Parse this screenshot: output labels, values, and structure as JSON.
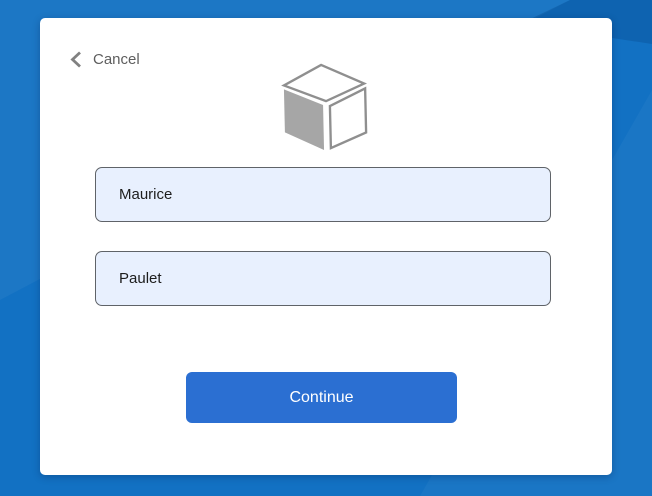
{
  "colors": {
    "background": "#1271c3",
    "card": "#ffffff",
    "accent": "#2b6fd2",
    "input_bg": "#e8f0fe",
    "input_border": "#5f6368",
    "cancel_text": "#5e5e5e",
    "cube_face_gray": "#a6a6a6",
    "cube_stroke": "#8f8f8f"
  },
  "header": {
    "cancel_label": "Cancel"
  },
  "logo": {
    "icon": "cube-icon"
  },
  "form": {
    "first_name": {
      "value": "Maurice",
      "placeholder": ""
    },
    "last_name": {
      "value": "Paulet",
      "placeholder": ""
    }
  },
  "actions": {
    "continue_label": "Continue"
  }
}
